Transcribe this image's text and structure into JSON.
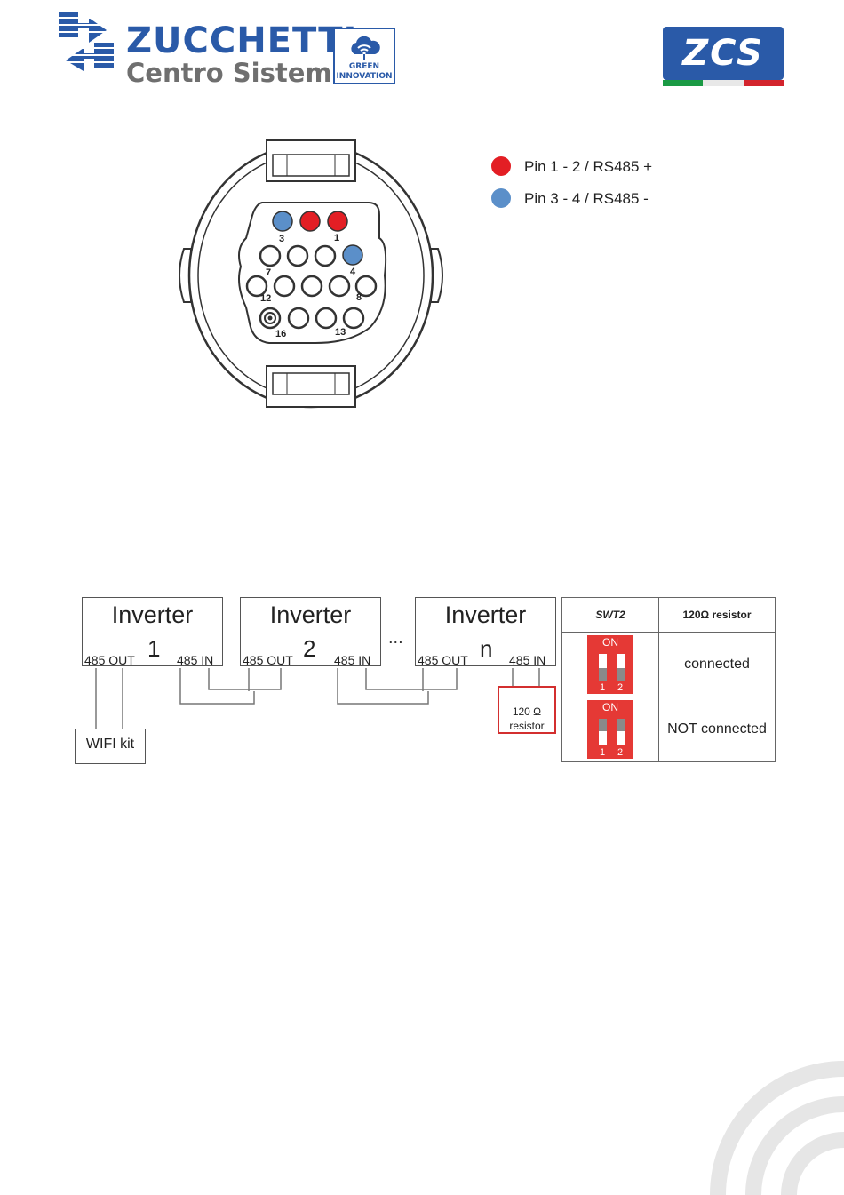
{
  "header": {
    "brand_name": "ZUCCHETTI",
    "brand_sub": "Centro Sistemi",
    "badge_line1": "GREEN",
    "badge_line2": "INNOVATION",
    "zcs_logo": "ZCS"
  },
  "colors": {
    "brand_blue": "#2a5aa8",
    "pin_red": "#e31e24",
    "pin_blue": "#5b8fc9",
    "dip_red": "#e53935",
    "italy_green": "#1a9a44",
    "italy_red": "#d3242c"
  },
  "legend": [
    {
      "color": "#e31e24",
      "label": "Pin 1 - 2 / RS485 +"
    },
    {
      "color": "#5b8fc9",
      "label": "Pin 3 - 4 / RS485 -"
    }
  ],
  "connector": {
    "pin_labels": [
      "3",
      "1",
      "7",
      "4",
      "12",
      "8",
      "16",
      "13"
    ]
  },
  "network": {
    "inverters": [
      {
        "title": "Inverter",
        "number": "1",
        "out": "485 OUT",
        "in": "485 IN"
      },
      {
        "title": "Inverter",
        "number": "2",
        "out": "485 OUT",
        "in": "485 IN"
      },
      {
        "title": "Inverter",
        "number": "n",
        "out": "485 OUT",
        "in": "485 IN"
      }
    ],
    "ellipsis": "...",
    "wifi": "WIFI kit",
    "resistor_value": "120 Ω",
    "resistor_label": "resistor"
  },
  "switch_table": {
    "header_switch": "SWT2",
    "header_resistor": "120Ω resistor",
    "rows": [
      {
        "state": "connected",
        "on": "ON",
        "n1": "1",
        "n2": "2"
      },
      {
        "state": "NOT connected",
        "on": "ON",
        "n1": "1",
        "n2": "2"
      }
    ]
  }
}
